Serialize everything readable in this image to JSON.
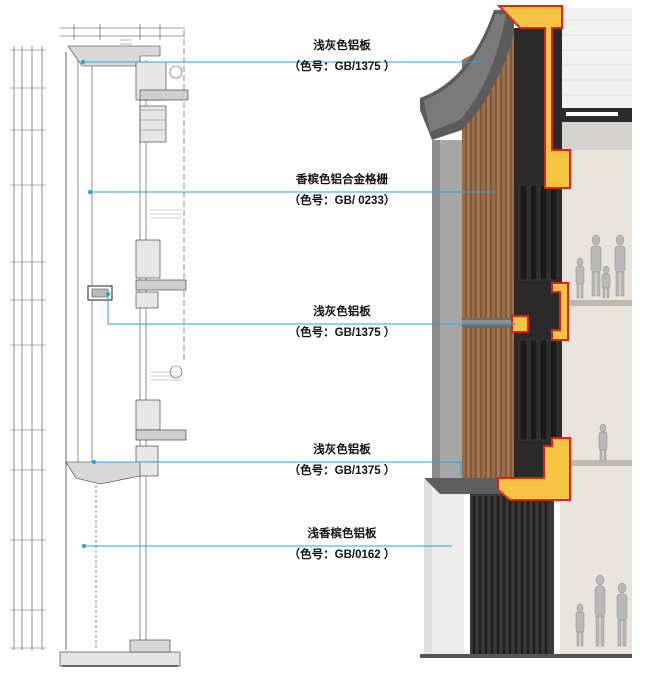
{
  "labels": [
    {
      "name": "浅灰色铝板",
      "code": "（色号：GB/1375 ）"
    },
    {
      "name": "香槟色铝合金格栅",
      "code": "（色号：GB/ 0233）"
    },
    {
      "name": "浅灰色铝板",
      "code": "（色号：GB/1375 ）"
    },
    {
      "name": "浅灰色铝板",
      "code": "（色号：GB/1375 ）"
    },
    {
      "name": "浅香槟色铝板",
      "code": "（色号：GB/0162 ）"
    }
  ],
  "colors": {
    "leader_line": "#27a4dc",
    "highlight_red": "#e0201f",
    "highlight_fill": "#f6c542",
    "champagne_grille": "#9a6e4a",
    "light_gray_panel": "#6d6d6d",
    "dark_glass": "#2a2a2a",
    "wall": "#e9e4dc"
  }
}
